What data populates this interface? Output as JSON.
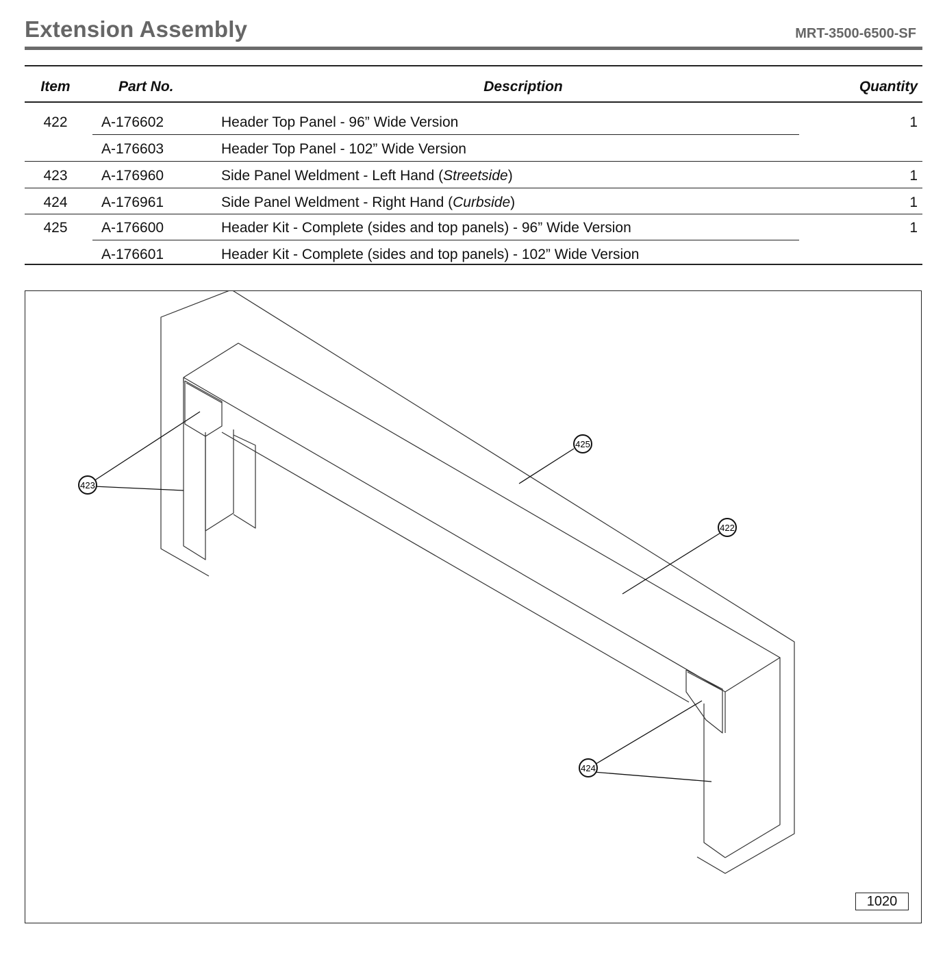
{
  "header": {
    "title": "Extension Assembly",
    "doc_code": "MRT-3500-6500-SF"
  },
  "table": {
    "columns": {
      "item": "Item",
      "part_no": "Part No.",
      "description": "Description",
      "quantity": "Quantity"
    },
    "rows": [
      {
        "item": "422",
        "part_no": "A-176602",
        "description": "Header Top Panel - 96” Wide Version",
        "quantity": "1"
      },
      {
        "item": "",
        "part_no": "A-176603",
        "description": "Header Top Panel - 102” Wide Version",
        "quantity": ""
      },
      {
        "item": "423",
        "part_no": "A-176960",
        "description_prefix": "Side Panel Weldment - Left Hand (",
        "description_emphasis": "Streetside",
        "description_suffix": ")",
        "quantity": "1"
      },
      {
        "item": "424",
        "part_no": "A-176961",
        "description_prefix": "Side Panel Weldment - Right Hand (",
        "description_emphasis": "Curbside",
        "description_suffix": ")",
        "quantity": "1"
      },
      {
        "item": "425",
        "part_no": "A-176600",
        "description": "Header Kit - Complete (sides and top panels) - 96” Wide Version",
        "quantity": "1"
      },
      {
        "item": "",
        "part_no": "A-176601",
        "description": "Header Kit - Complete (sides and top panels) - 102” Wide Version",
        "quantity": ""
      }
    ]
  },
  "diagram": {
    "callouts": [
      "425",
      "422",
      "423",
      "424"
    ],
    "figure_number": "1020"
  }
}
